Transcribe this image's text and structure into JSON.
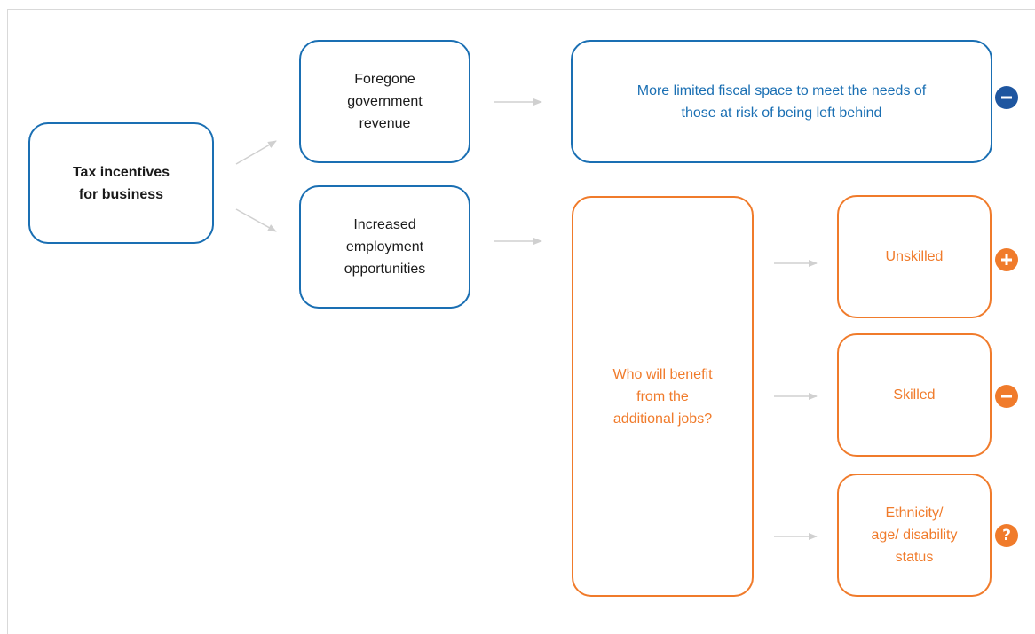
{
  "diagram": {
    "colors": {
      "blue": "#1a6fb3",
      "orange": "#f07b2b",
      "minus_badge_blue": "#1e56a0",
      "arrow": "#d0d0d0"
    },
    "nodes": {
      "tax_incentives": "Tax incentives\nfor business",
      "foregone_revenue": "Foregone\ngovernment\nrevenue",
      "increased_employment": "Increased\nemployment\nopportunities",
      "fiscal_space": "More limited fiscal space to meet the needs of\nthose at risk of being left behind",
      "who_benefits": "Who will benefit\nfrom the\nadditional jobs?",
      "unskilled": "Unskilled",
      "skilled": "Skilled",
      "ethnicity": "Ethnicity/\nage/ disability\nstatus"
    },
    "badges": {
      "fiscal_space": {
        "icon": "minus-icon"
      },
      "unskilled": {
        "icon": "plus-icon"
      },
      "skilled": {
        "icon": "minus-icon"
      },
      "ethnicity": {
        "icon": "question-icon",
        "glyph": "?"
      }
    }
  }
}
